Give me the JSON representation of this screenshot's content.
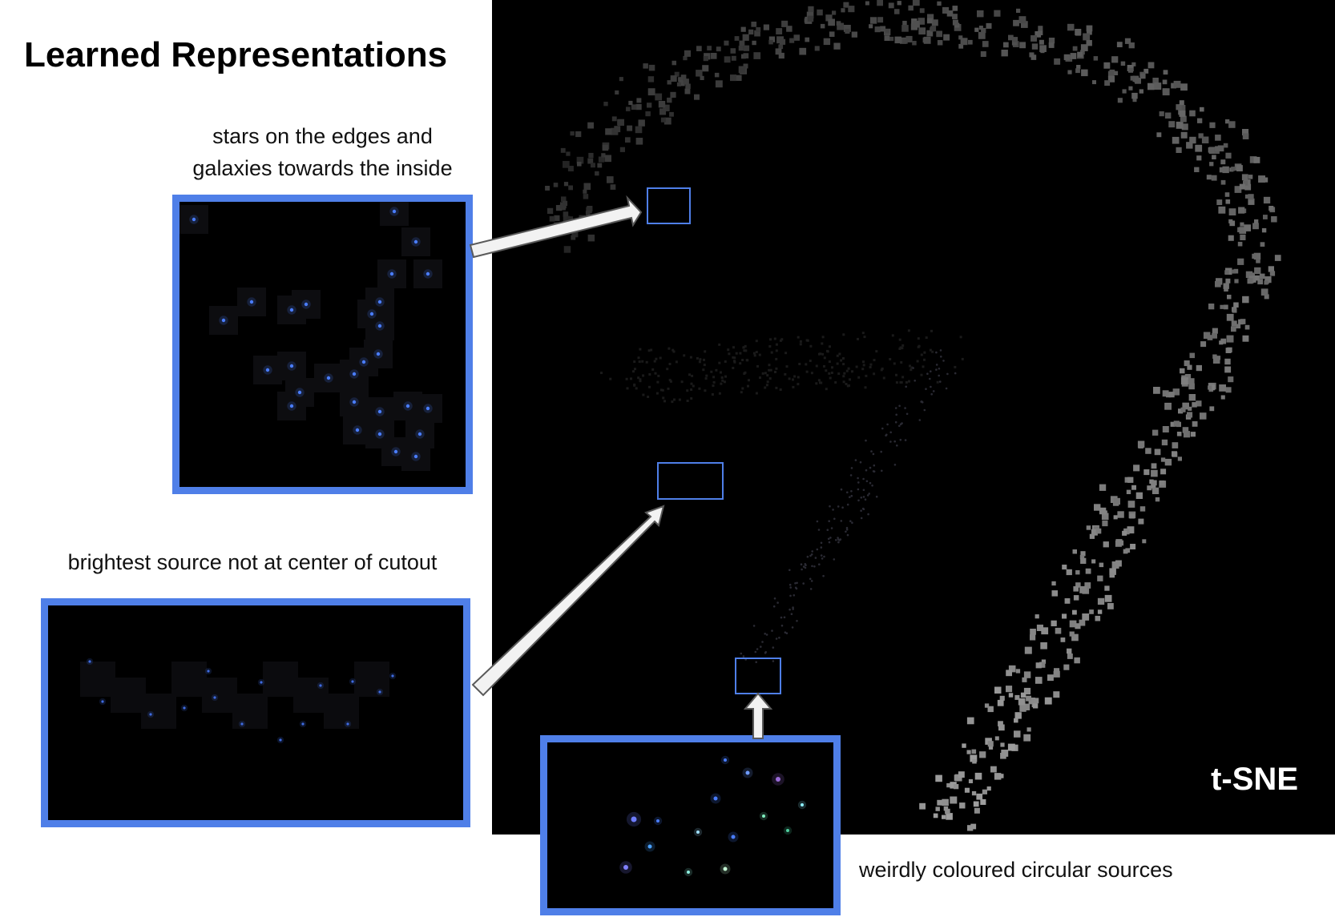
{
  "title": "Learned Representations",
  "captions": {
    "edges": "stars on the edges and\ngalaxies towards the inside",
    "offcenter": "brightest source not at center of cutout",
    "circular": "weirdly coloured circular sources"
  },
  "plot": {
    "label": "t-SNE"
  },
  "colors": {
    "accent": "#4f7fe8",
    "panel_background": "#000000",
    "arrow_fill": "#f2f2f2",
    "arrow_stroke": "#5a5a5a",
    "source_blue": "#4a7dff"
  }
}
